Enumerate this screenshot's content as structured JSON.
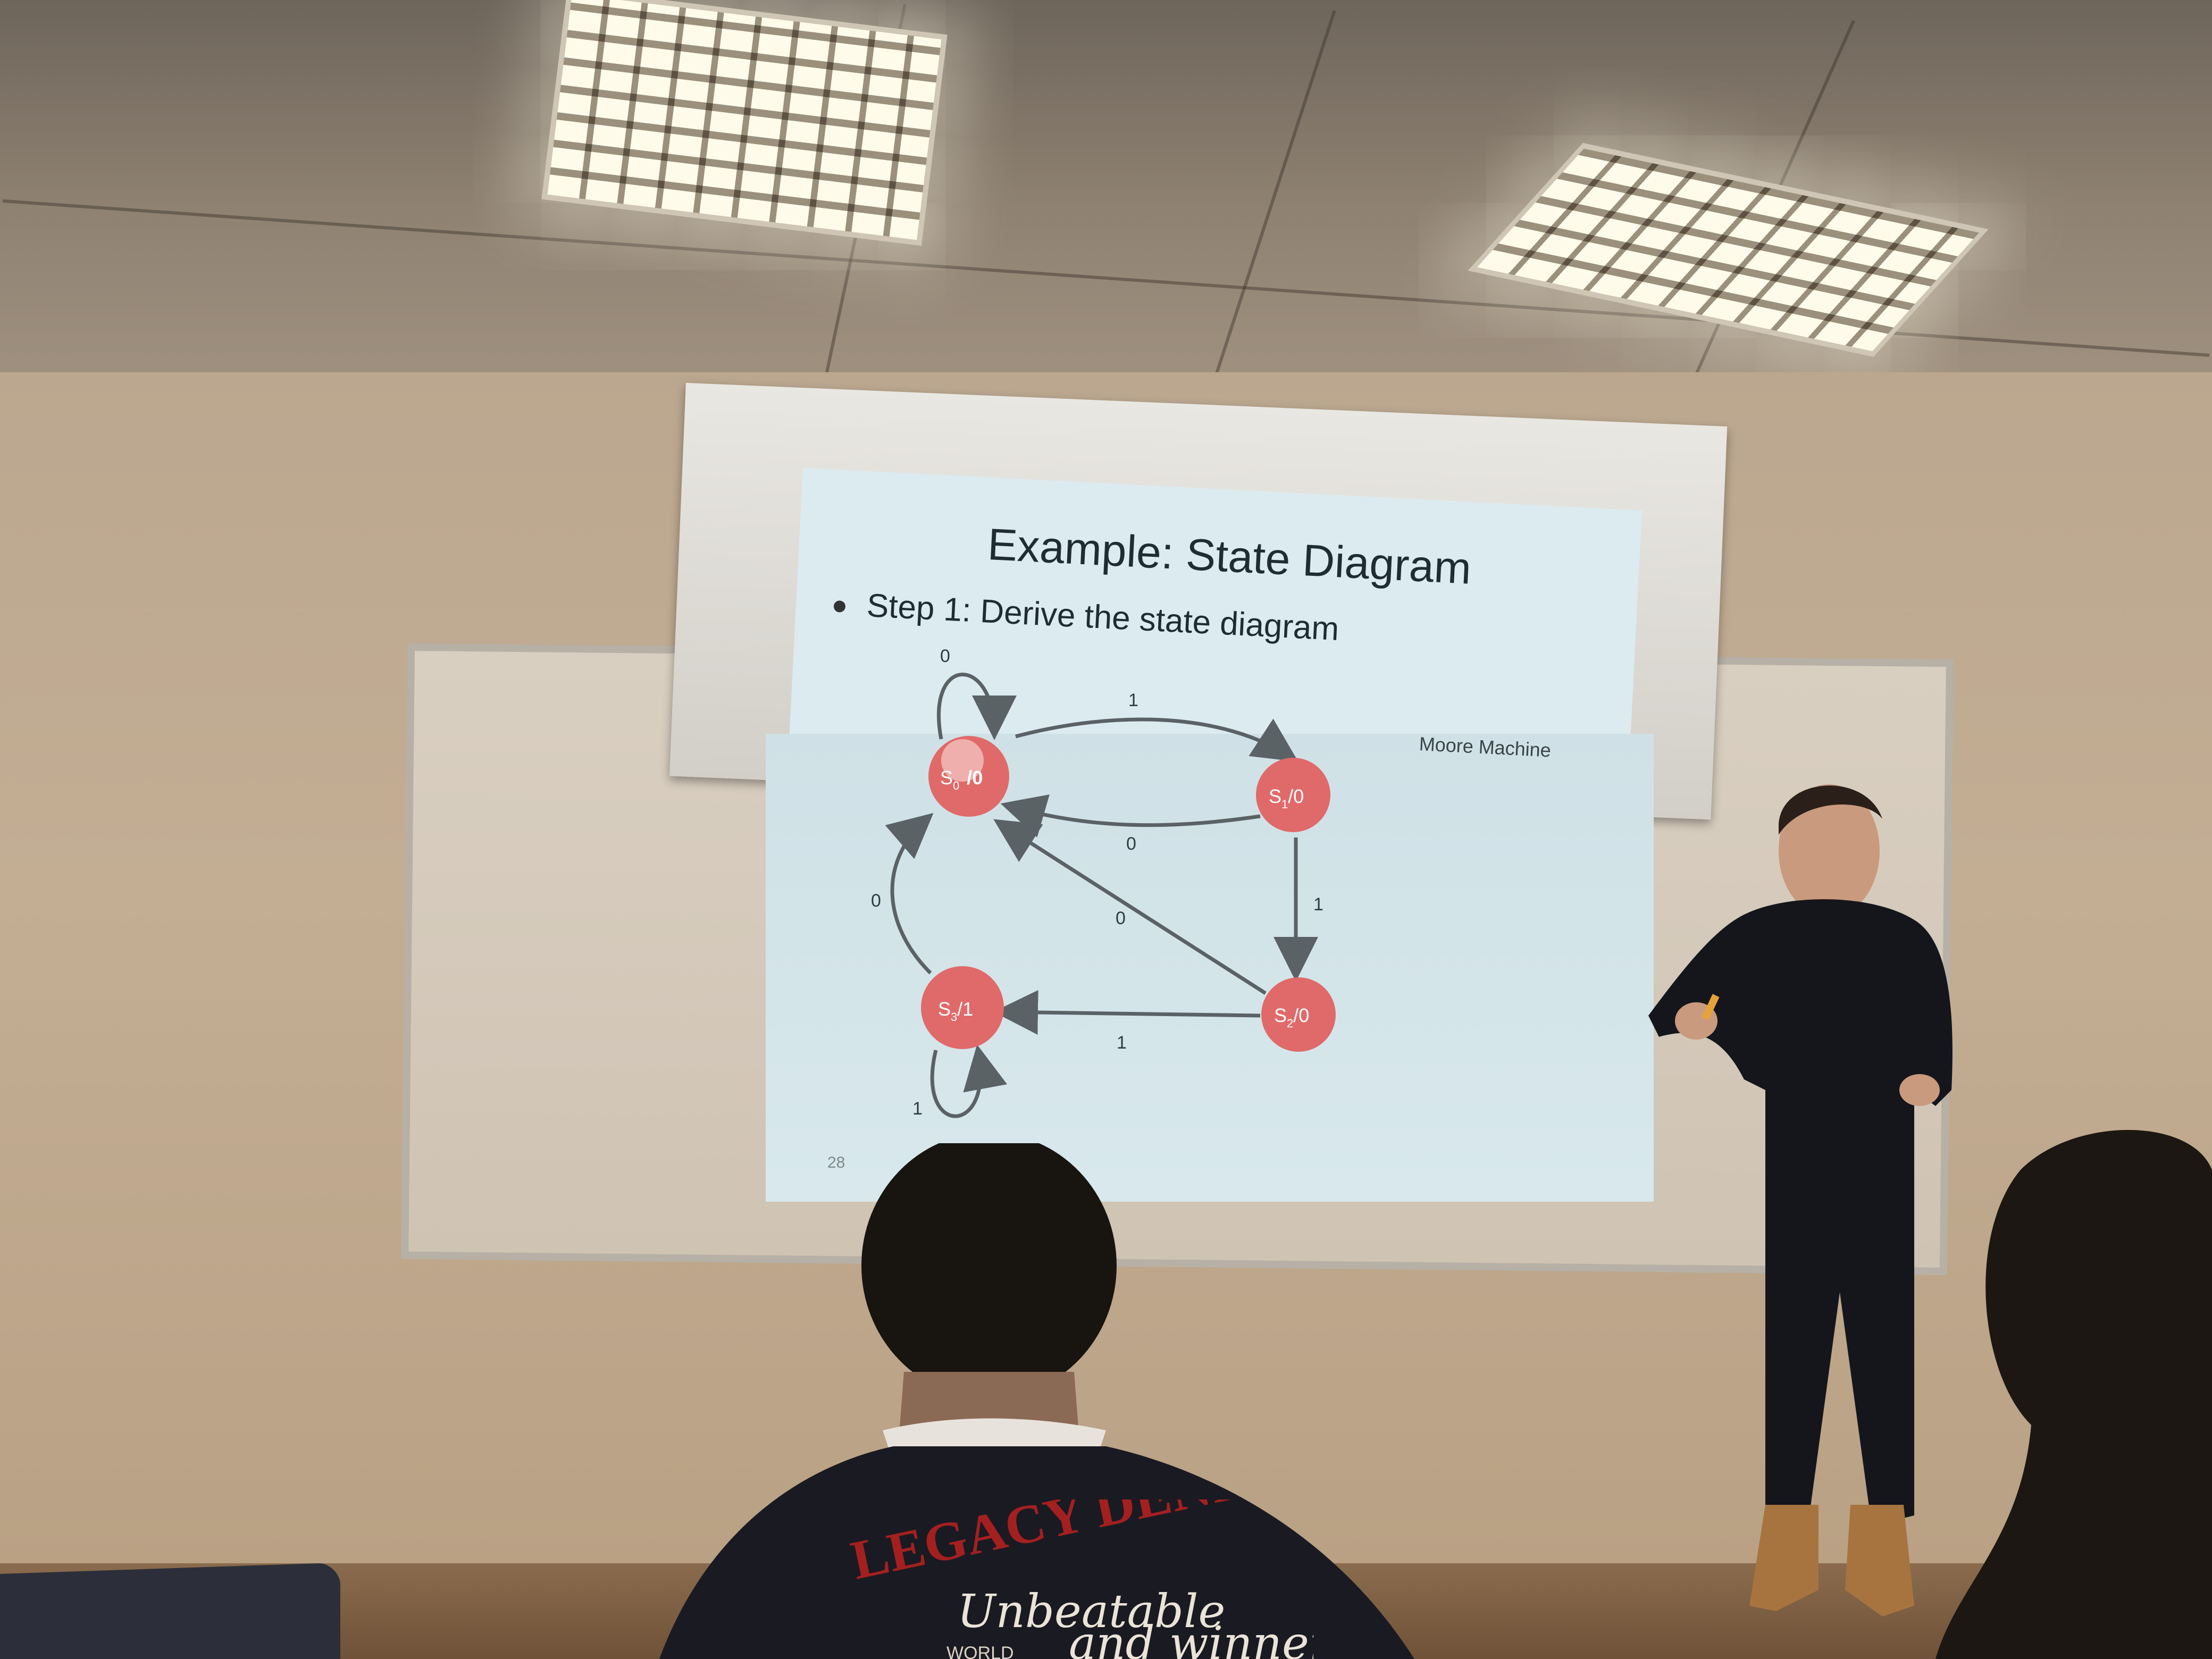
{
  "slide": {
    "title": "Example: State Diagram",
    "bullet": "Step 1: Derive the state diagram",
    "caption": "Moore Machine",
    "page_number": "28"
  },
  "diagram": {
    "states": [
      {
        "id": "s0",
        "name": "S",
        "sub": "0",
        "output": "/0"
      },
      {
        "id": "s1",
        "name": "S",
        "sub": "1",
        "output": "/0"
      },
      {
        "id": "s2",
        "name": "S",
        "sub": "2",
        "output": "/0"
      },
      {
        "id": "s3",
        "name": "S",
        "sub": "3",
        "output": "/1"
      }
    ],
    "transitions": [
      {
        "from": "s0",
        "to": "s0",
        "label": "0"
      },
      {
        "from": "s0",
        "to": "s1",
        "label": "1"
      },
      {
        "from": "s1",
        "to": "s0",
        "label": "0"
      },
      {
        "from": "s1",
        "to": "s2",
        "label": "1"
      },
      {
        "from": "s2",
        "to": "s0",
        "label": "0"
      },
      {
        "from": "s2",
        "to": "s3",
        "label": "1"
      },
      {
        "from": "s3",
        "to": "s0",
        "label": "0"
      },
      {
        "from": "s3",
        "to": "s3",
        "label": "1"
      }
    ],
    "state_color": "#e06a6a",
    "edge_color": "#5a6266"
  },
  "shirt": {
    "logo": "LEGACY DENIM",
    "line1": "Unbeatable",
    "line2": "and winner",
    "small": "WORLD"
  }
}
